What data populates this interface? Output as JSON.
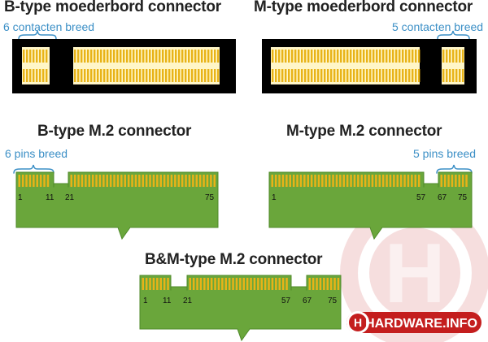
{
  "titles": {
    "b_board": "B-type moederbord connector",
    "m_board": "M-type moederbord connector",
    "b_m2": "B-type M.2 connector",
    "m_m2": "M-type M.2 connector",
    "bm_m2": "B&M-type M.2 connector"
  },
  "notes": {
    "b_board": "6 contacten breed",
    "m_board": "5 contacten breed",
    "b_m2": "6 pins breed",
    "m_m2": "5 pins breed"
  },
  "pins": {
    "b": [
      "1",
      "11",
      "21",
      "75"
    ],
    "m": [
      "1",
      "57",
      "67",
      "75"
    ],
    "bm": [
      "1",
      "11",
      "21",
      "57",
      "67",
      "75"
    ]
  },
  "logo": {
    "letter": "H",
    "brand": "HARDWARE.INFO"
  },
  "colors": {
    "pcb": "#6aa63b",
    "pcb_edge": "#4f8a2a",
    "contact": "#e8b318",
    "board": "#000000",
    "slot": "#fff6c8",
    "bracket": "#3b8fc6",
    "logo_red": "#c41e1e"
  }
}
